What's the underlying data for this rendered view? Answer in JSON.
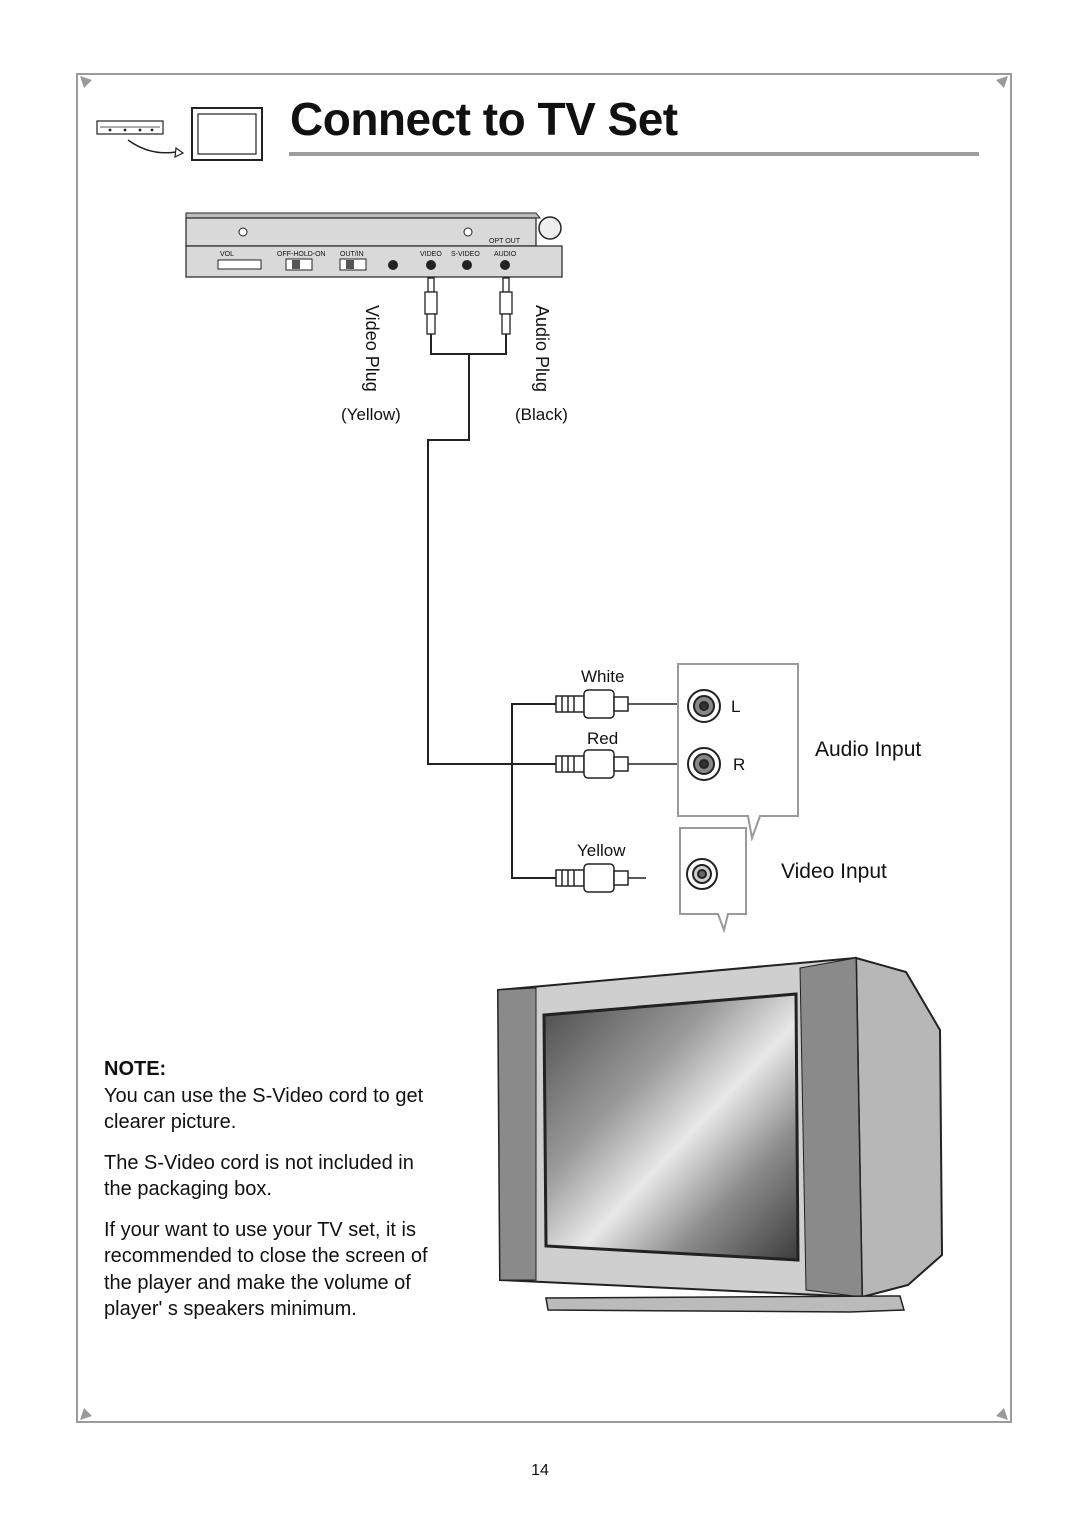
{
  "title": "Connect to TV Set",
  "device_labels": {
    "opt_out": "OPT OUT",
    "vol": "VOL",
    "off_hold_on": "OFF-HOLD-ON",
    "out_in": "OUT/IN",
    "video": "VIDEO",
    "s_video": "S-VIDEO",
    "audio": "AUDIO"
  },
  "plugs": {
    "video_plug": "Video Plug",
    "video_plug_color": "(Yellow)",
    "audio_plug": "Audio Plug",
    "audio_plug_color": "(Black)"
  },
  "connectors": {
    "white": "White",
    "red": "Red",
    "yellow": "Yellow",
    "left": "L",
    "right": "R"
  },
  "inputs": {
    "audio_input": "Audio Input",
    "video_input": "Video Input"
  },
  "note": {
    "heading": "NOTE:",
    "paragraphs": [
      "You can use the S-Video cord to get clearer picture.",
      "The S-Video cord is not included in the packaging box.",
      "If your want to use your TV set, it is recommended to close the screen of the player and make the volume of player' s speakers minimum."
    ]
  },
  "page_number": "14"
}
